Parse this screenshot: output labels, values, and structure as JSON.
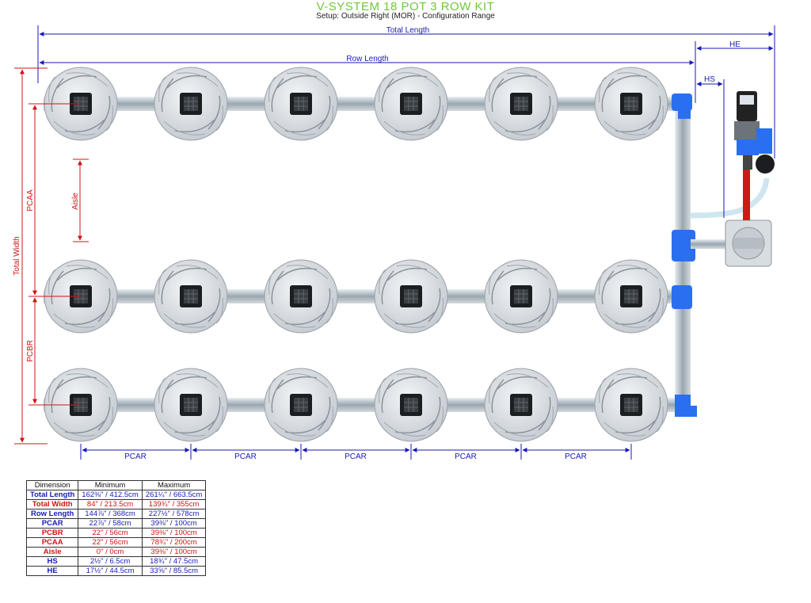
{
  "header": {
    "title": "V-SYSTEM 18 POT 3 ROW KIT",
    "subtitle": "Setup: Outside Right (MOR) - Configuration Range"
  },
  "labels": {
    "total_length": "Total Length",
    "row_length": "Row Length",
    "he": "HE",
    "hs": "HS",
    "total_width": "Total Width",
    "pcaa": "PCAA",
    "aisle": "Aisle",
    "pcbr": "PCBR",
    "pcar": "PCAR"
  },
  "layout_info": {
    "rows": 3,
    "pots_per_row": 6
  },
  "colors": {
    "blue_dimension": "#1a1ab8",
    "red_dimension": "#d01414",
    "title_green": "#6fc83a",
    "pipe_blue": "#2a6ff0",
    "pipe_red": "#d01818"
  },
  "table": {
    "headers": [
      "Dimension",
      "Minimum",
      "Maximum"
    ],
    "rows": [
      {
        "name": "Total Length",
        "min": "162⅜\" / 412.5cm",
        "max": "261¼\" / 663.5cm",
        "color": "blue"
      },
      {
        "name": "Total Width",
        "min": "84\" / 213.5cm",
        "max": "139¾\" / 355cm",
        "color": "red"
      },
      {
        "name": "Row Length",
        "min": "144⅞\" / 368cm",
        "max": "227½\" / 578cm",
        "color": "blue"
      },
      {
        "name": "PCAR",
        "min": "22⅞\" / 58cm",
        "max": "39⅜\" / 100cm",
        "color": "blue"
      },
      {
        "name": "PCBR",
        "min": "22\" / 56cm",
        "max": "39⅜\" / 100cm",
        "color": "red"
      },
      {
        "name": "PCAA",
        "min": "22\" / 56cm",
        "max": "78¾\" / 200cm",
        "color": "red"
      },
      {
        "name": "Aisle",
        "min": "0\" / 0cm",
        "max": "39⅜\" / 100cm",
        "color": "red"
      },
      {
        "name": "HS",
        "min": "2½\" / 6.5cm",
        "max": "18¾\" / 47.5cm",
        "color": "blue"
      },
      {
        "name": "HE",
        "min": "17½\" / 44.5cm",
        "max": "33⅝\" / 85.5cm",
        "color": "blue"
      }
    ]
  }
}
